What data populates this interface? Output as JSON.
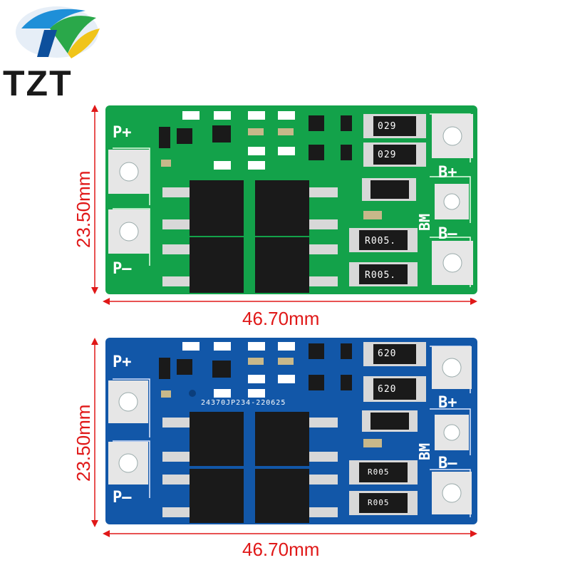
{
  "brand": {
    "logo_text": "TZT",
    "logo_colors": [
      "#1e8fd8",
      "#2aa84a",
      "#f0c419",
      "#0d4f9c"
    ]
  },
  "top_board": {
    "color": "#13a24a",
    "height_label": "23.50mm",
    "width_label": "46.70mm",
    "labels": {
      "p_plus": "P+",
      "p_minus": "P–",
      "b_plus": "B+",
      "b_minus": "B–",
      "bm": "BM"
    },
    "resistors": [
      "029",
      "029"
    ],
    "shunts": [
      "R005.",
      "R005."
    ]
  },
  "bottom_board": {
    "color": "#1257a8",
    "height_label": "23.50mm",
    "width_label": "46.70mm",
    "labels": {
      "p_plus": "P+",
      "p_minus": "P–",
      "b_plus": "B+",
      "b_minus": "B–",
      "bm": "BM"
    },
    "resistors": [
      "620",
      "620"
    ],
    "shunts": [
      "R005",
      "R005"
    ],
    "serial": "24370JP234-220625"
  }
}
